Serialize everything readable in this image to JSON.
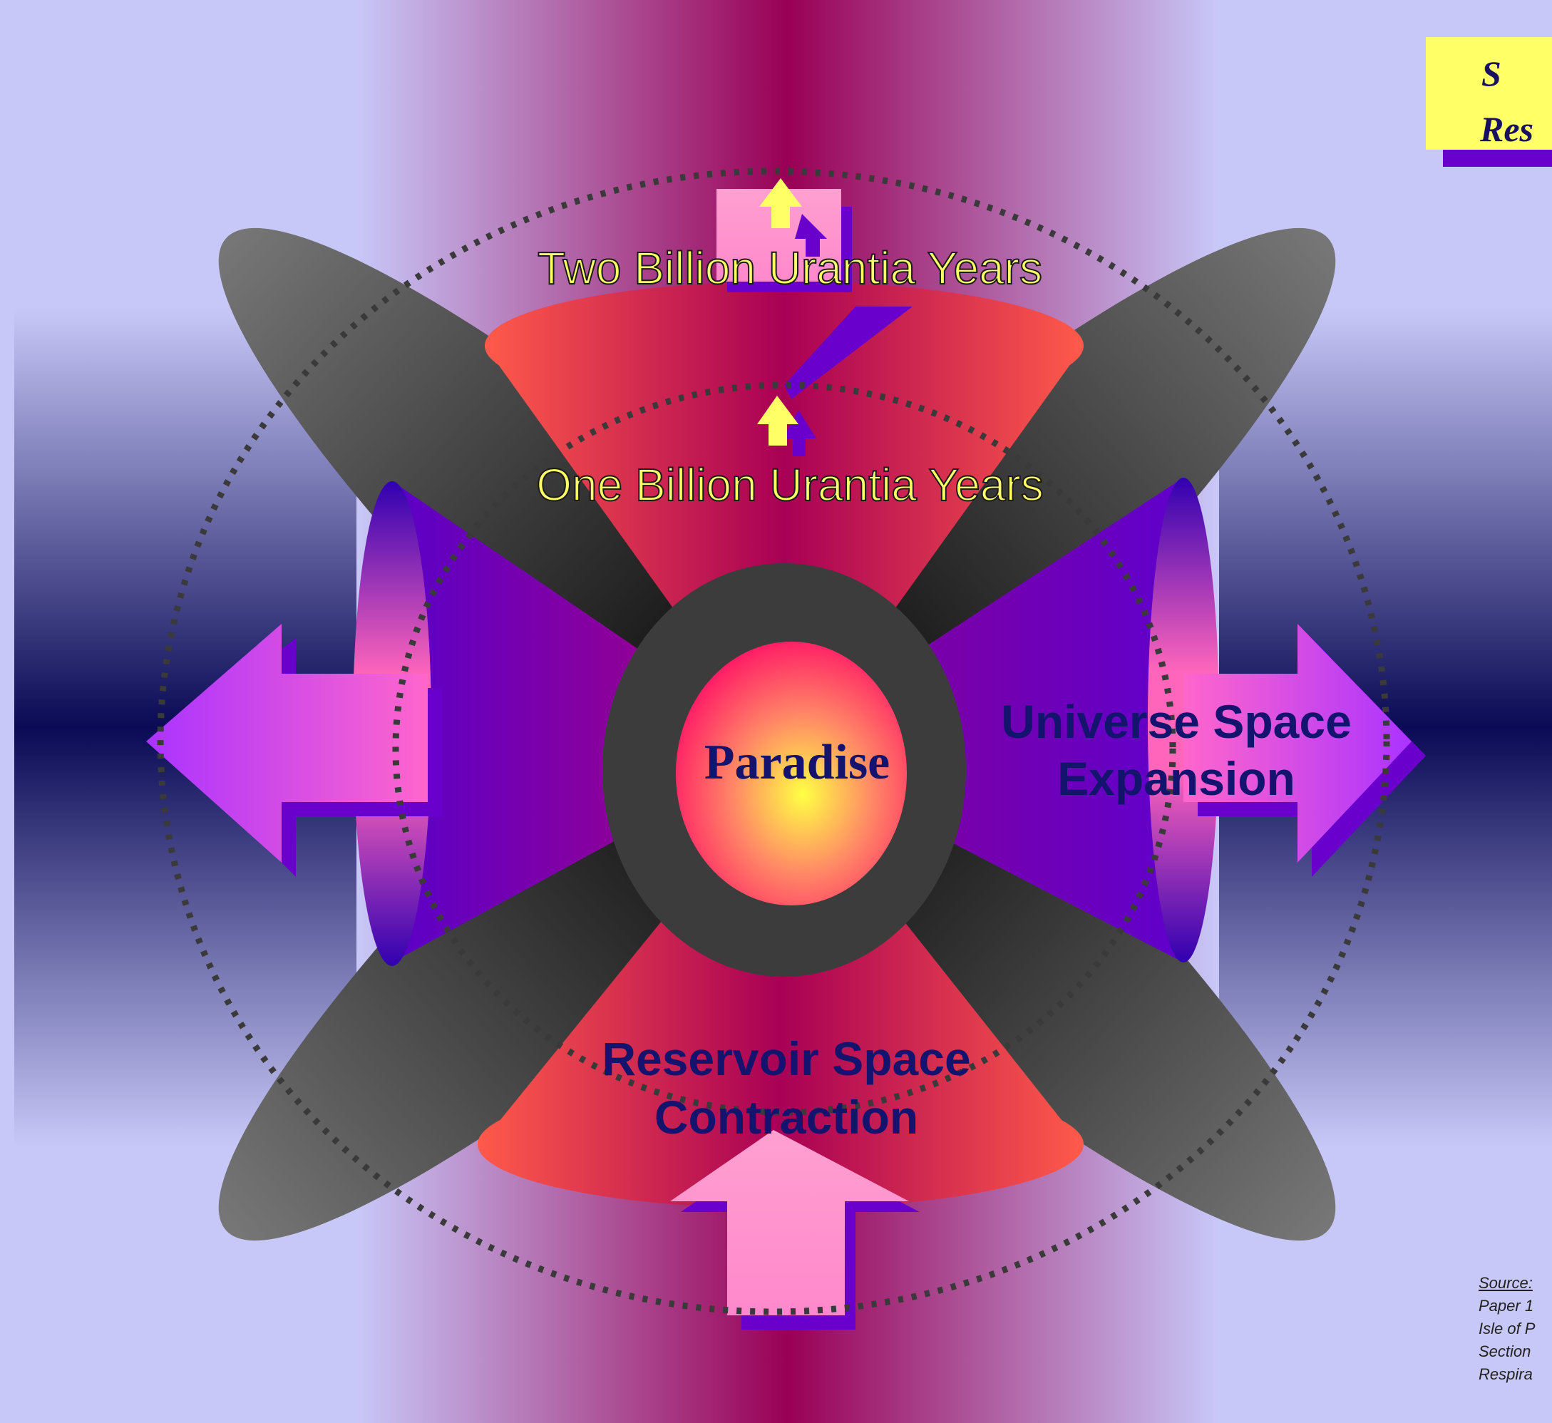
{
  "labels": {
    "two_billion": "Two Billion Urantia Years",
    "one_billion": "One Billion Urantia Years",
    "paradise": "Paradise",
    "universe_line1": "Universe Space",
    "universe_line2": "Expansion",
    "reservoir_line1": "Reservoir Space",
    "reservoir_line2": "Contraction"
  },
  "title_box": {
    "line1": "S",
    "line2": "Res"
  },
  "source": {
    "label": "Source:",
    "line1": "Paper 1",
    "line2": "Isle of P",
    "line3": "Section",
    "line4": "Respira"
  },
  "colors": {
    "background": "#c8c8f8",
    "label_yellow": "#ffff66",
    "label_navy": "#14146e",
    "accent_purple": "#6a00cc",
    "pink": "#ff66cc",
    "dark_ring": "#404040"
  }
}
